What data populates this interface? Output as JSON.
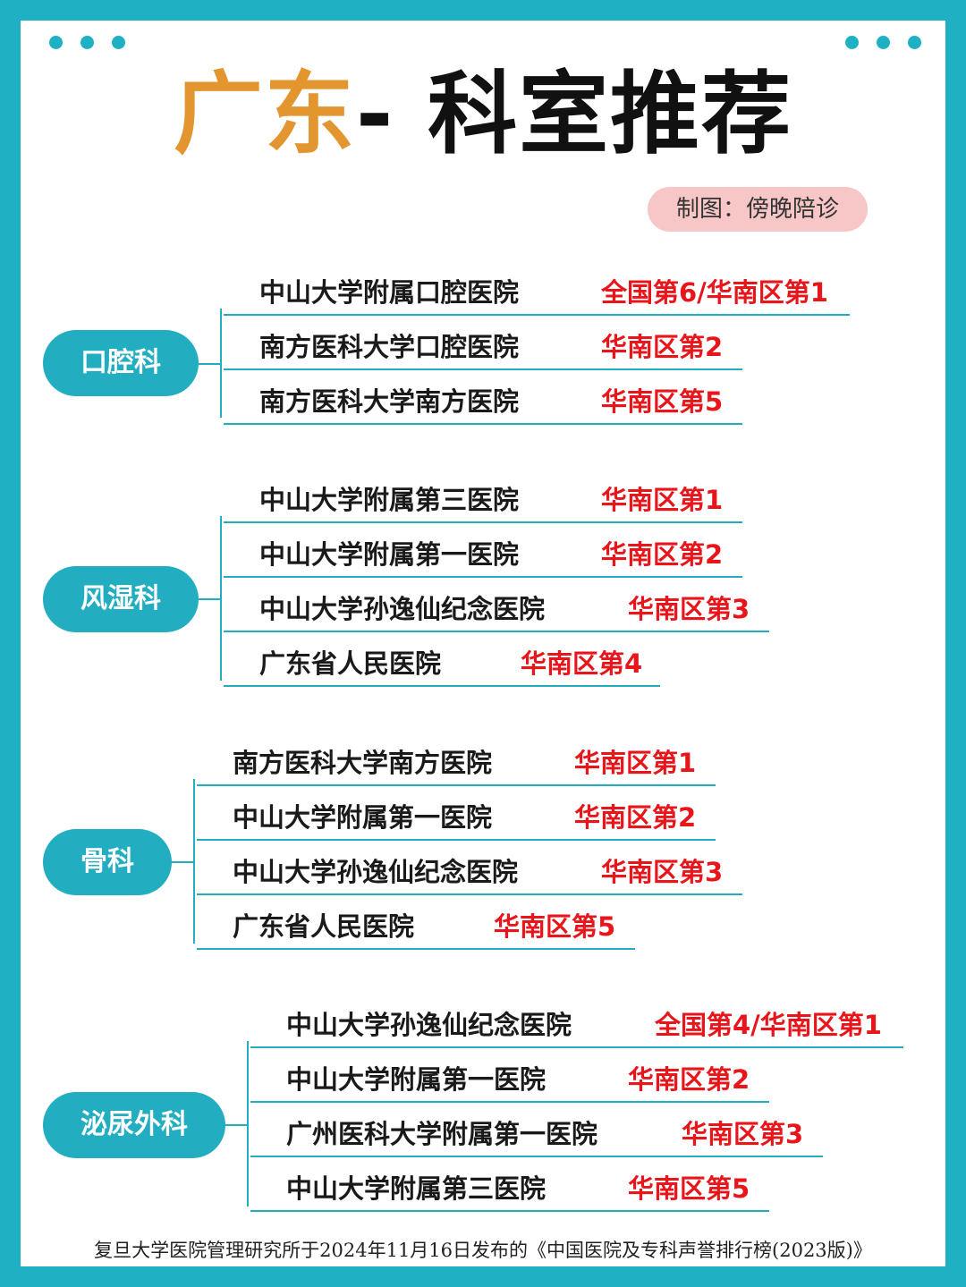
{
  "title": {
    "part1": "广东",
    "part2": "- 科室推荐"
  },
  "credit": "制图：傍晚陪诊",
  "groups": [
    {
      "department": "口腔科",
      "rows": [
        {
          "hospital": "中山大学附属口腔医院",
          "rank": "全国第6/华南区第1"
        },
        {
          "hospital": "南方医科大学口腔医院",
          "rank": "华南区第2"
        },
        {
          "hospital": "南方医科大学南方医院",
          "rank": "华南区第5"
        }
      ]
    },
    {
      "department": "风湿科",
      "rows": [
        {
          "hospital": "中山大学附属第三医院",
          "rank": "华南区第1"
        },
        {
          "hospital": "中山大学附属第一医院",
          "rank": "华南区第2"
        },
        {
          "hospital": "中山大学孙逸仙纪念医院",
          "rank": "华南区第3"
        },
        {
          "hospital": "广东省人民医院",
          "rank": "华南区第4"
        }
      ]
    },
    {
      "department": "骨科",
      "rows": [
        {
          "hospital": "南方医科大学南方医院",
          "rank": "华南区第1"
        },
        {
          "hospital": "中山大学附属第一医院",
          "rank": "华南区第2"
        },
        {
          "hospital": "中山大学孙逸仙纪念医院",
          "rank": "华南区第3"
        },
        {
          "hospital": "广东省人民医院",
          "rank": "华南区第5"
        }
      ]
    },
    {
      "department": "泌尿外科",
      "rows": [
        {
          "hospital": "中山大学孙逸仙纪念医院",
          "rank": "全国第4/华南区第1"
        },
        {
          "hospital": "中山大学附属第一医院",
          "rank": "华南区第2"
        },
        {
          "hospital": "广州医科大学附属第一医院",
          "rank": "华南区第3"
        },
        {
          "hospital": "中山大学附属第三医院",
          "rank": "华南区第5"
        }
      ]
    }
  ],
  "footer": "复旦大学医院管理研究所于2024年11月16日发布的《中国医院及专科声誉排行榜(2023版)》",
  "colors": {
    "background": "#1fb0c4",
    "accent": "#22adc1",
    "title_orange": "#e3962f",
    "rank_red": "#e8151b",
    "credit_bg": "#f7c6c6"
  }
}
